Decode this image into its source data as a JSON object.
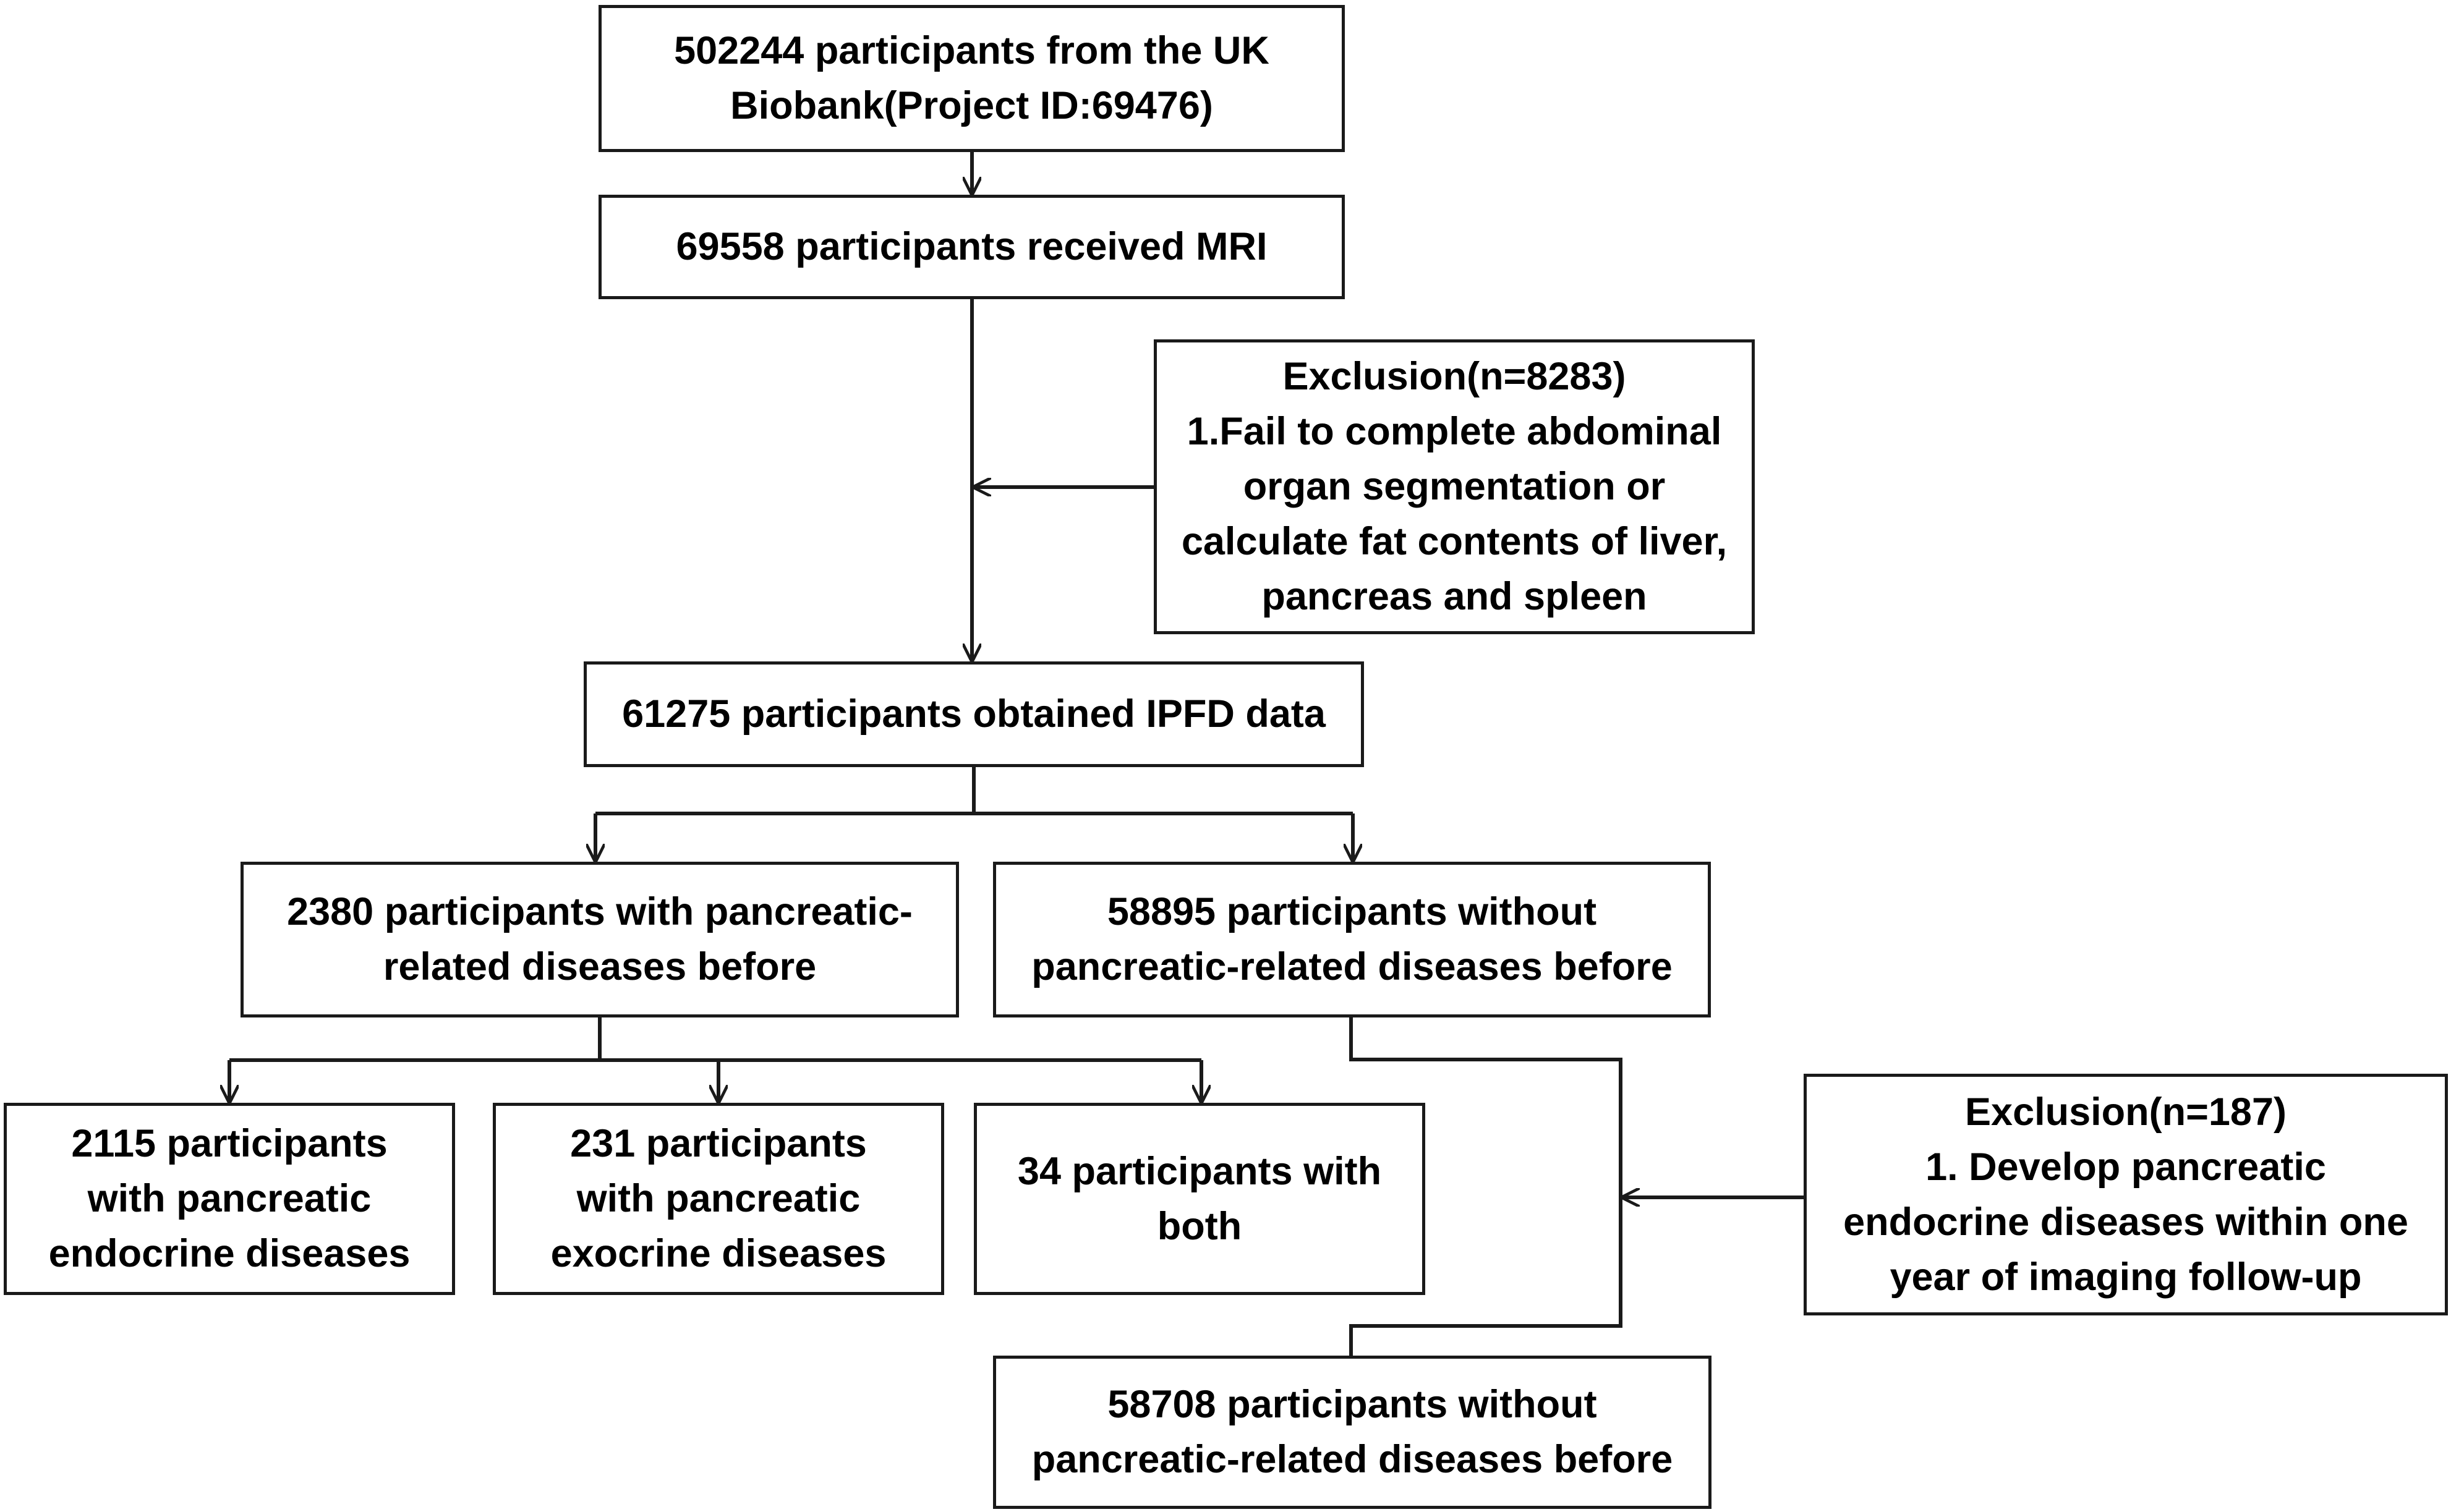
{
  "flowchart": {
    "total": {
      "lines": [
        "502244 participants from the UK",
        "Biobank(Project ID:69476)"
      ]
    },
    "mri": {
      "lines": [
        "69558 participants received MRI"
      ]
    },
    "exclusion1": {
      "lines": [
        "Exclusion(n=8283)",
        "1.Fail to complete abdominal",
        "organ segmentation or",
        "calculate fat contents of liver,",
        "pancreas and spleen"
      ]
    },
    "ipfd": {
      "lines": [
        "61275 participants obtained IPFD data"
      ]
    },
    "with_disease": {
      "lines": [
        "2380 participants with pancreatic-",
        "related diseases before"
      ]
    },
    "without_disease": {
      "lines": [
        "58895 participants without",
        "pancreatic-related diseases before"
      ]
    },
    "endocrine": {
      "lines": [
        "2115 participants",
        "with pancreatic",
        "endocrine diseases"
      ]
    },
    "exocrine": {
      "lines": [
        "231 participants",
        "with pancreatic",
        "exocrine diseases"
      ]
    },
    "both": {
      "lines": [
        "34 participants with",
        "both"
      ]
    },
    "exclusion2": {
      "lines": [
        "Exclusion(n=187)",
        "1. Develop pancreatic",
        "endocrine diseases within one",
        "year of imaging follow-up"
      ]
    },
    "final": {
      "lines": [
        "58708 participants without",
        "pancreatic-related diseases before"
      ]
    }
  },
  "colors": {
    "line": "#1a1a1a",
    "background": "#ffffff",
    "text": "#000000"
  }
}
